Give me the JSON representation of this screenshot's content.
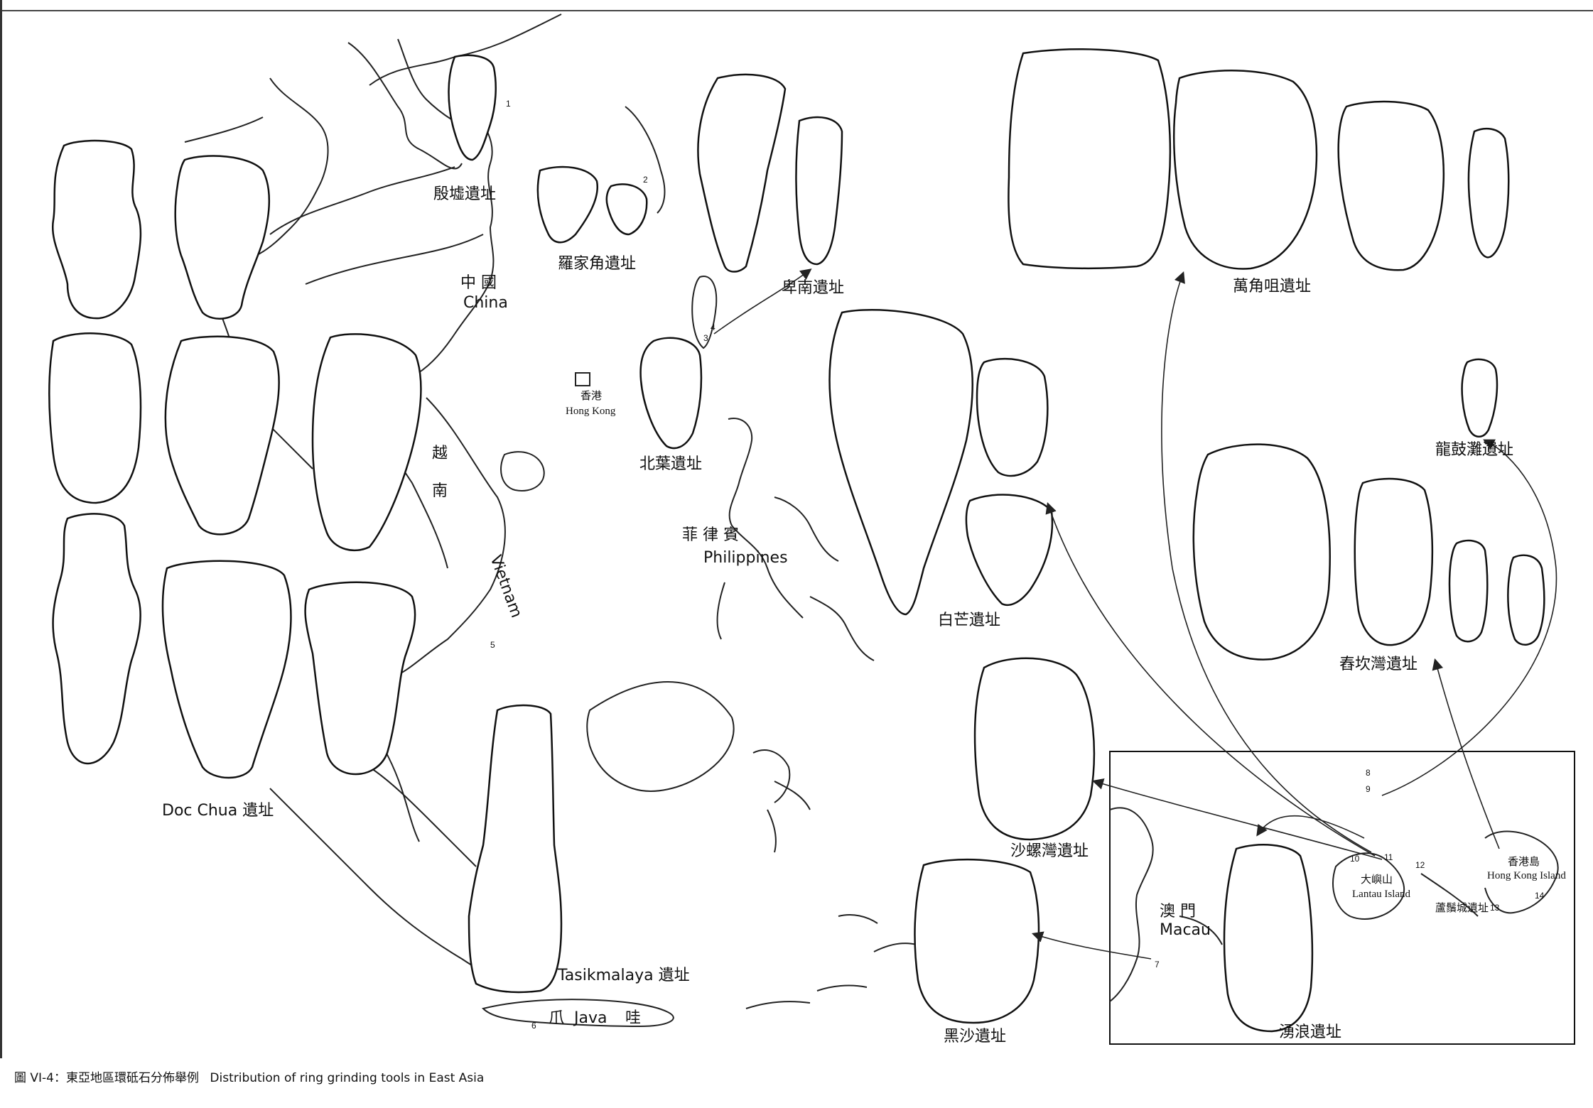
{
  "sites": {
    "yinxu": "殷墟遺址",
    "luojiajiao": "羅家角遺址",
    "beinan": "卑南遺址",
    "beiye": "北葉遺址",
    "baimang": "白芒遺址",
    "doc_chua": "Doc Chua 遺址",
    "tasikmalaya": "Tasikmalaya 遺址",
    "wanjiaozui": "萬角咀遺址",
    "longgutan": "龍鼓灘遺址",
    "chunkanwan": "舂坎灣遺址",
    "shaluowan": "沙螺灣遺址",
    "heisha": "黑沙遺址",
    "yonglang": "湧浪遺址"
  },
  "regions": {
    "china_zh": "中 國",
    "china_en": "China",
    "hongkong_zh": "香港",
    "hongkong_en": "Hong Kong",
    "vietnam_zh_1": "越",
    "vietnam_zh_2": "南",
    "vietnam_en": "Vietnam",
    "philippines_zh": "菲 律 賓",
    "philippines_en": "Philippines",
    "java_zh_1": "爪",
    "java_en": "Java",
    "java_zh_2": "哇",
    "macau_zh": "澳 門",
    "macau_en": "Macau",
    "lantau_zh": "大嶼山",
    "lantau_en": "Lantau Island",
    "hkisland_zh": "香港島",
    "hkisland_en": "Hong Kong Island",
    "lungkwucheng": "蘆鬚城遺址"
  },
  "site_numbers": [
    "1",
    "2",
    "3",
    "4",
    "5",
    "6",
    "7",
    "8",
    "9",
    "10",
    "11",
    "12",
    "13",
    "14"
  ],
  "caption": {
    "figure_no": "圖 VI-4：東亞地區環砥石分佈舉例",
    "title_en": "Distribution of ring grinding tools in East Asia"
  },
  "colors": {
    "ink": "#111111",
    "paper": "#ffffff",
    "stipple": "#555555"
  }
}
